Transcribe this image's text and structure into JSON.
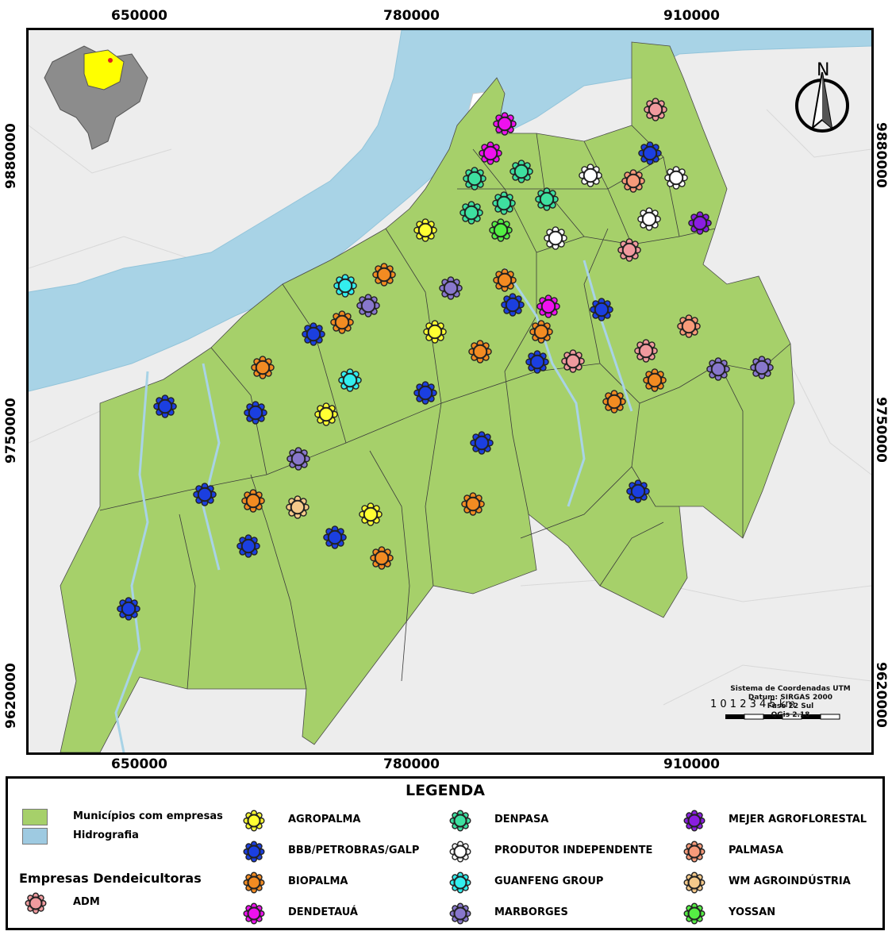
{
  "axes": {
    "x_ticks": [
      "650000",
      "780000",
      "910000"
    ],
    "y_ticks": [
      "9880000",
      "9750000",
      "9620000"
    ]
  },
  "north": {
    "label": "N"
  },
  "crs": {
    "line1": "Sistema de Coordenadas UTM",
    "line2": "Datum: SIRGAS 2000",
    "line3": "Fuso 22 Sul",
    "line4": "QGis 2.18"
  },
  "scale": {
    "labels": "1 0 1 2 3 4 5 km"
  },
  "legend": {
    "title": "LEGENDA",
    "municipios": "Municípios com empresas",
    "hidrografia": "Hidrografia",
    "group_title": "Empresas Dendeicultoras",
    "colors": {
      "municipios": "#a6d06a",
      "hidrografia": "#9ecae1"
    }
  },
  "companies": [
    {
      "id": "adm",
      "name": "ADM",
      "color": "#f09a9e"
    },
    {
      "id": "agropalma",
      "name": "AGROPALMA",
      "color": "#ffff33"
    },
    {
      "id": "bbb",
      "name": "BBB/PETROBRAS/GALP",
      "color": "#1b3fe0"
    },
    {
      "id": "biopalma",
      "name": "BIOPALMA",
      "color": "#f28b22"
    },
    {
      "id": "dendetaua",
      "name": "DENDETAUÁ",
      "color": "#ee11ee"
    },
    {
      "id": "denpasa",
      "name": "DENPASA",
      "color": "#3ee0a0"
    },
    {
      "id": "produtor",
      "name": "PRODUTOR INDEPENDENTE",
      "color": "#ffffff"
    },
    {
      "id": "guanfeng",
      "name": "GUANFENG GROUP",
      "color": "#33eeee"
    },
    {
      "id": "marborges",
      "name": "MARBORGES",
      "color": "#8877cc"
    },
    {
      "id": "mejer",
      "name": "MEJER AGROFLORESTAL",
      "color": "#8a1ee0"
    },
    {
      "id": "palmasa",
      "name": "PALMASA",
      "color": "#f79a7a"
    },
    {
      "id": "wm",
      "name": "WM AGROINDÚSTRIA",
      "color": "#f5c98a"
    },
    {
      "id": "yossan",
      "name": "YOSSAN",
      "color": "#55ee44"
    }
  ]
}
